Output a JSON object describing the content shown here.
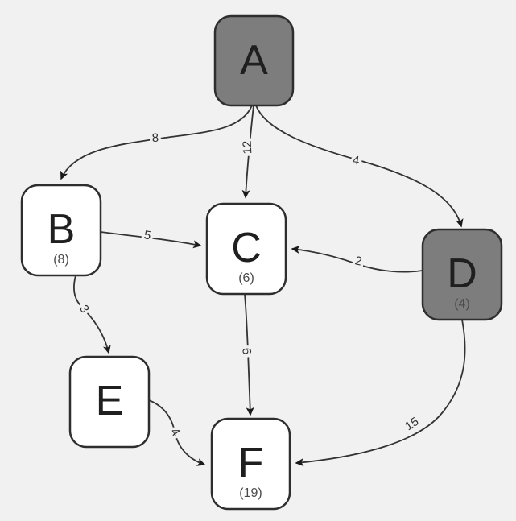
{
  "diagram": {
    "type": "weighted-directed-graph",
    "colors": {
      "background": "#f1f1f1",
      "dark_node_fill": "#7d7d7d",
      "light_node_fill": "#ffffff",
      "node_border": "#2e2e2e",
      "edge_line": "#333333",
      "node_text": "#1f1f1f",
      "sublabel_text": "#4a4a4a",
      "edge_label_text": "#333333"
    },
    "nodes": {
      "A": {
        "label": "A",
        "sublabel": "",
        "style": "dark"
      },
      "B": {
        "label": "B",
        "sublabel": "(8)",
        "style": "light"
      },
      "C": {
        "label": "C",
        "sublabel": "(6)",
        "style": "light"
      },
      "D": {
        "label": "D",
        "sublabel": "(4)",
        "style": "dark"
      },
      "E": {
        "label": "E",
        "sublabel": "",
        "style": "light"
      },
      "F": {
        "label": "F",
        "sublabel": "(19)",
        "style": "light"
      }
    },
    "edges": {
      "A_to_B": {
        "from": "A",
        "to": "B",
        "weight": "8"
      },
      "A_to_C": {
        "from": "A",
        "to": "C",
        "weight": "12"
      },
      "A_to_D": {
        "from": "A",
        "to": "D",
        "weight": "4"
      },
      "B_to_C": {
        "from": "B",
        "to": "C",
        "weight": "5"
      },
      "B_to_E": {
        "from": "B",
        "to": "E",
        "weight": "3"
      },
      "D_to_C": {
        "from": "D",
        "to": "C",
        "weight": "2"
      },
      "C_to_F": {
        "from": "C",
        "to": "F",
        "weight": "9"
      },
      "E_to_F": {
        "from": "E",
        "to": "F",
        "weight": "4"
      },
      "D_to_F": {
        "from": "D",
        "to": "F",
        "weight": "15"
      }
    }
  }
}
